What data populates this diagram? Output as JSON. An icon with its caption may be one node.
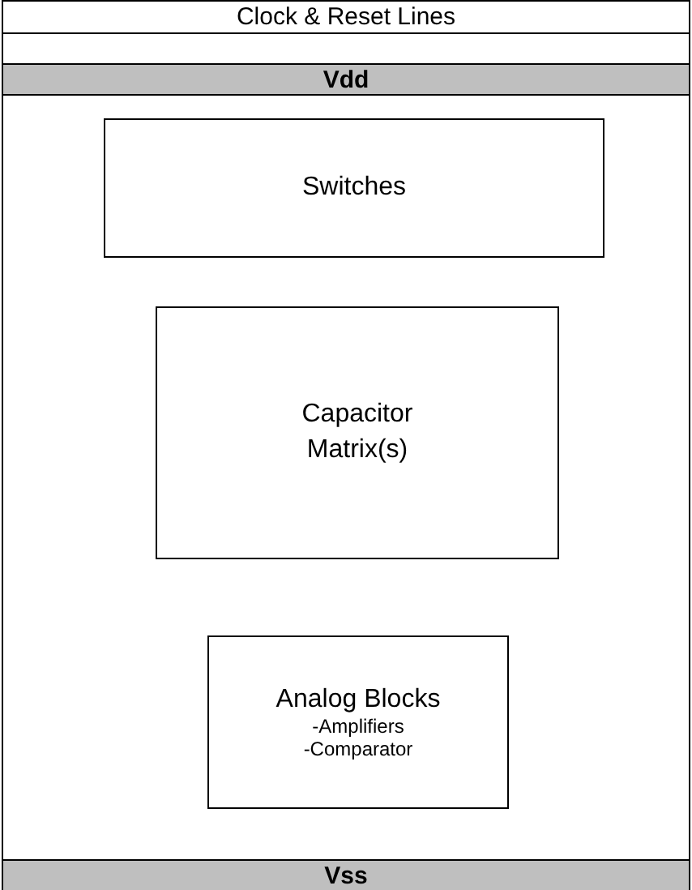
{
  "diagram": {
    "nodes": [
      {
        "text": [],
        "shape": "box"
      },
      {
        "text": [
          "Clock & Reset Lines"
        ],
        "in": 0
      },
      {
        "text": [
          "Vdd"
        ],
        "in": 0
      },
      {
        "text": [
          "Switches"
        ],
        "in": 0
      },
      {
        "text": [
          "Capacitor Matrix(s)"
        ],
        "in": 0
      },
      {
        "text": [
          "Analog Blocks",
          "-Amplifiers",
          "-Comparator"
        ],
        "in": 0
      },
      {
        "text": [
          "Vss"
        ],
        "in": 0
      }
    ],
    "edges": []
  }
}
